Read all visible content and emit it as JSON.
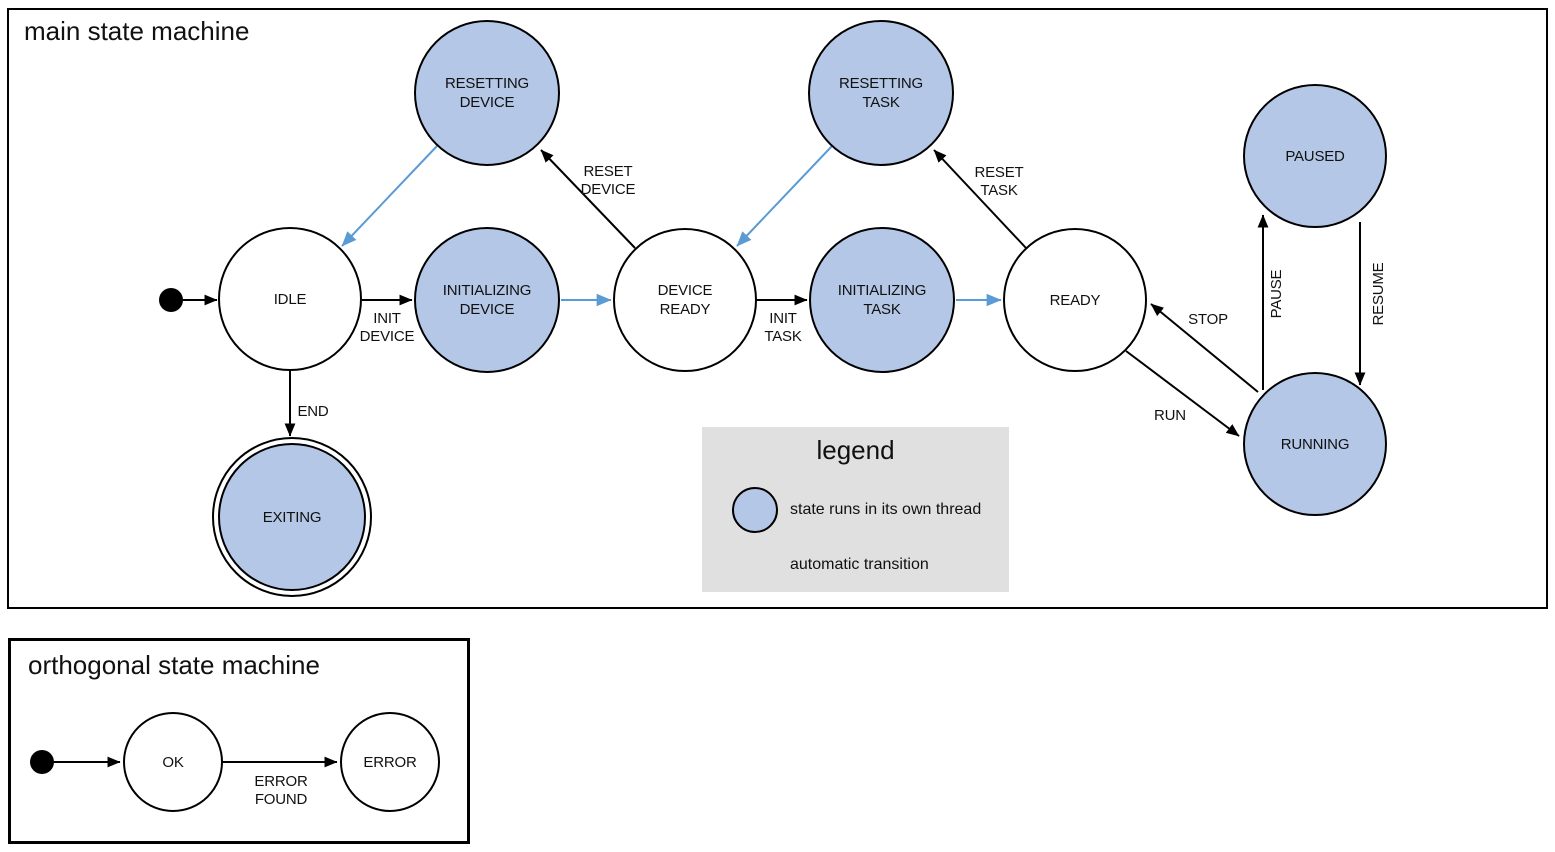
{
  "main": {
    "title": "main state machine",
    "states": {
      "idle": {
        "label": "IDLE"
      },
      "resetting_device": {
        "label": "RESETTING\nDEVICE"
      },
      "initializing_device": {
        "label": "INITIALIZING\nDEVICE"
      },
      "device_ready": {
        "label": "DEVICE\nREADY"
      },
      "resetting_task": {
        "label": "RESETTING\nTASK"
      },
      "initializing_task": {
        "label": "INITIALIZING\nTASK"
      },
      "ready": {
        "label": "READY"
      },
      "paused": {
        "label": "PAUSED"
      },
      "running": {
        "label": "RUNNING"
      },
      "exiting": {
        "label": "EXITING"
      }
    },
    "transitions": {
      "init_device": {
        "label": "INIT\nDEVICE"
      },
      "reset_device": {
        "label": "RESET\nDEVICE"
      },
      "init_task": {
        "label": "INIT\nTASK"
      },
      "reset_task": {
        "label": "RESET\nTASK"
      },
      "stop": {
        "label": "STOP"
      },
      "run": {
        "label": "RUN"
      },
      "pause": {
        "label": "PAUSE"
      },
      "resume": {
        "label": "RESUME"
      },
      "end": {
        "label": "END"
      }
    },
    "legend": {
      "title": "legend",
      "thread_note": "state runs in its own thread",
      "auto_note": "automatic transition"
    }
  },
  "orthogonal": {
    "title": "orthogonal state machine",
    "states": {
      "ok": {
        "label": "OK"
      },
      "error": {
        "label": "ERROR"
      }
    },
    "transitions": {
      "error_found": {
        "label": "ERROR\nFOUND"
      }
    }
  },
  "colors": {
    "thread_state_fill": "#b4c7e7",
    "auto_transition_blue": "#5b9bd5",
    "edge_stroke": "#000000",
    "legend_background": "#e0e0e0"
  }
}
